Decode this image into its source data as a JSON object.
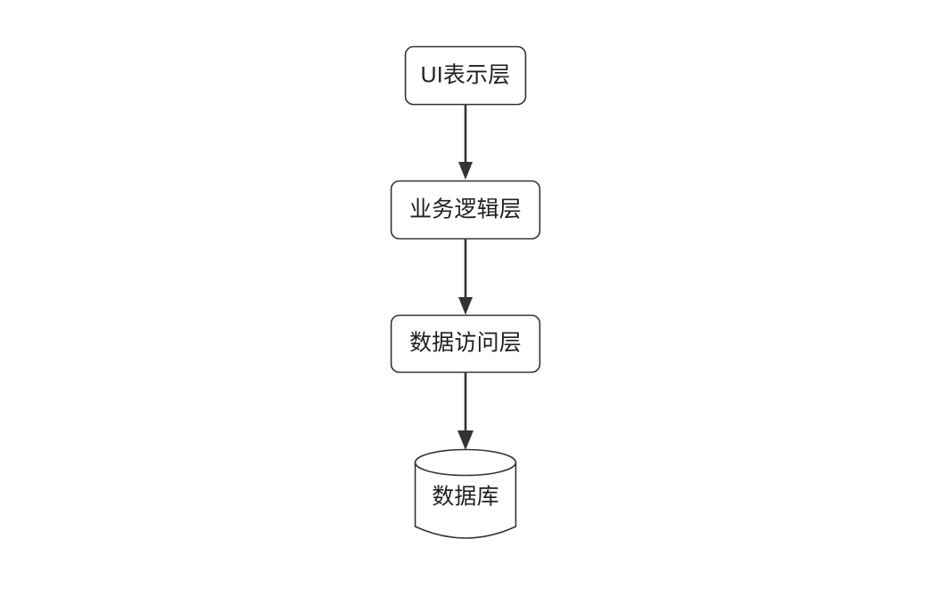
{
  "diagram": {
    "type": "flowchart",
    "direction": "top-to-bottom",
    "background_color": "#ffffff",
    "stroke_color": "#333333",
    "text_color": "#1f1f1f",
    "nodes": [
      {
        "id": "ui-layer",
        "label": "UI表示层",
        "shape": "rounded-rectangle"
      },
      {
        "id": "business-logic-layer",
        "label": "业务逻辑层",
        "shape": "rounded-rectangle"
      },
      {
        "id": "data-access-layer",
        "label": "数据访问层",
        "shape": "rounded-rectangle"
      },
      {
        "id": "database",
        "label": "数据库",
        "shape": "cylinder"
      }
    ],
    "edges": [
      {
        "from": "ui-layer",
        "to": "business-logic-layer",
        "label": "",
        "arrow": "solid-triangle"
      },
      {
        "from": "business-logic-layer",
        "to": "data-access-layer",
        "label": "",
        "arrow": "solid-triangle"
      },
      {
        "from": "data-access-layer",
        "to": "database",
        "label": "",
        "arrow": "solid-triangle"
      }
    ]
  }
}
